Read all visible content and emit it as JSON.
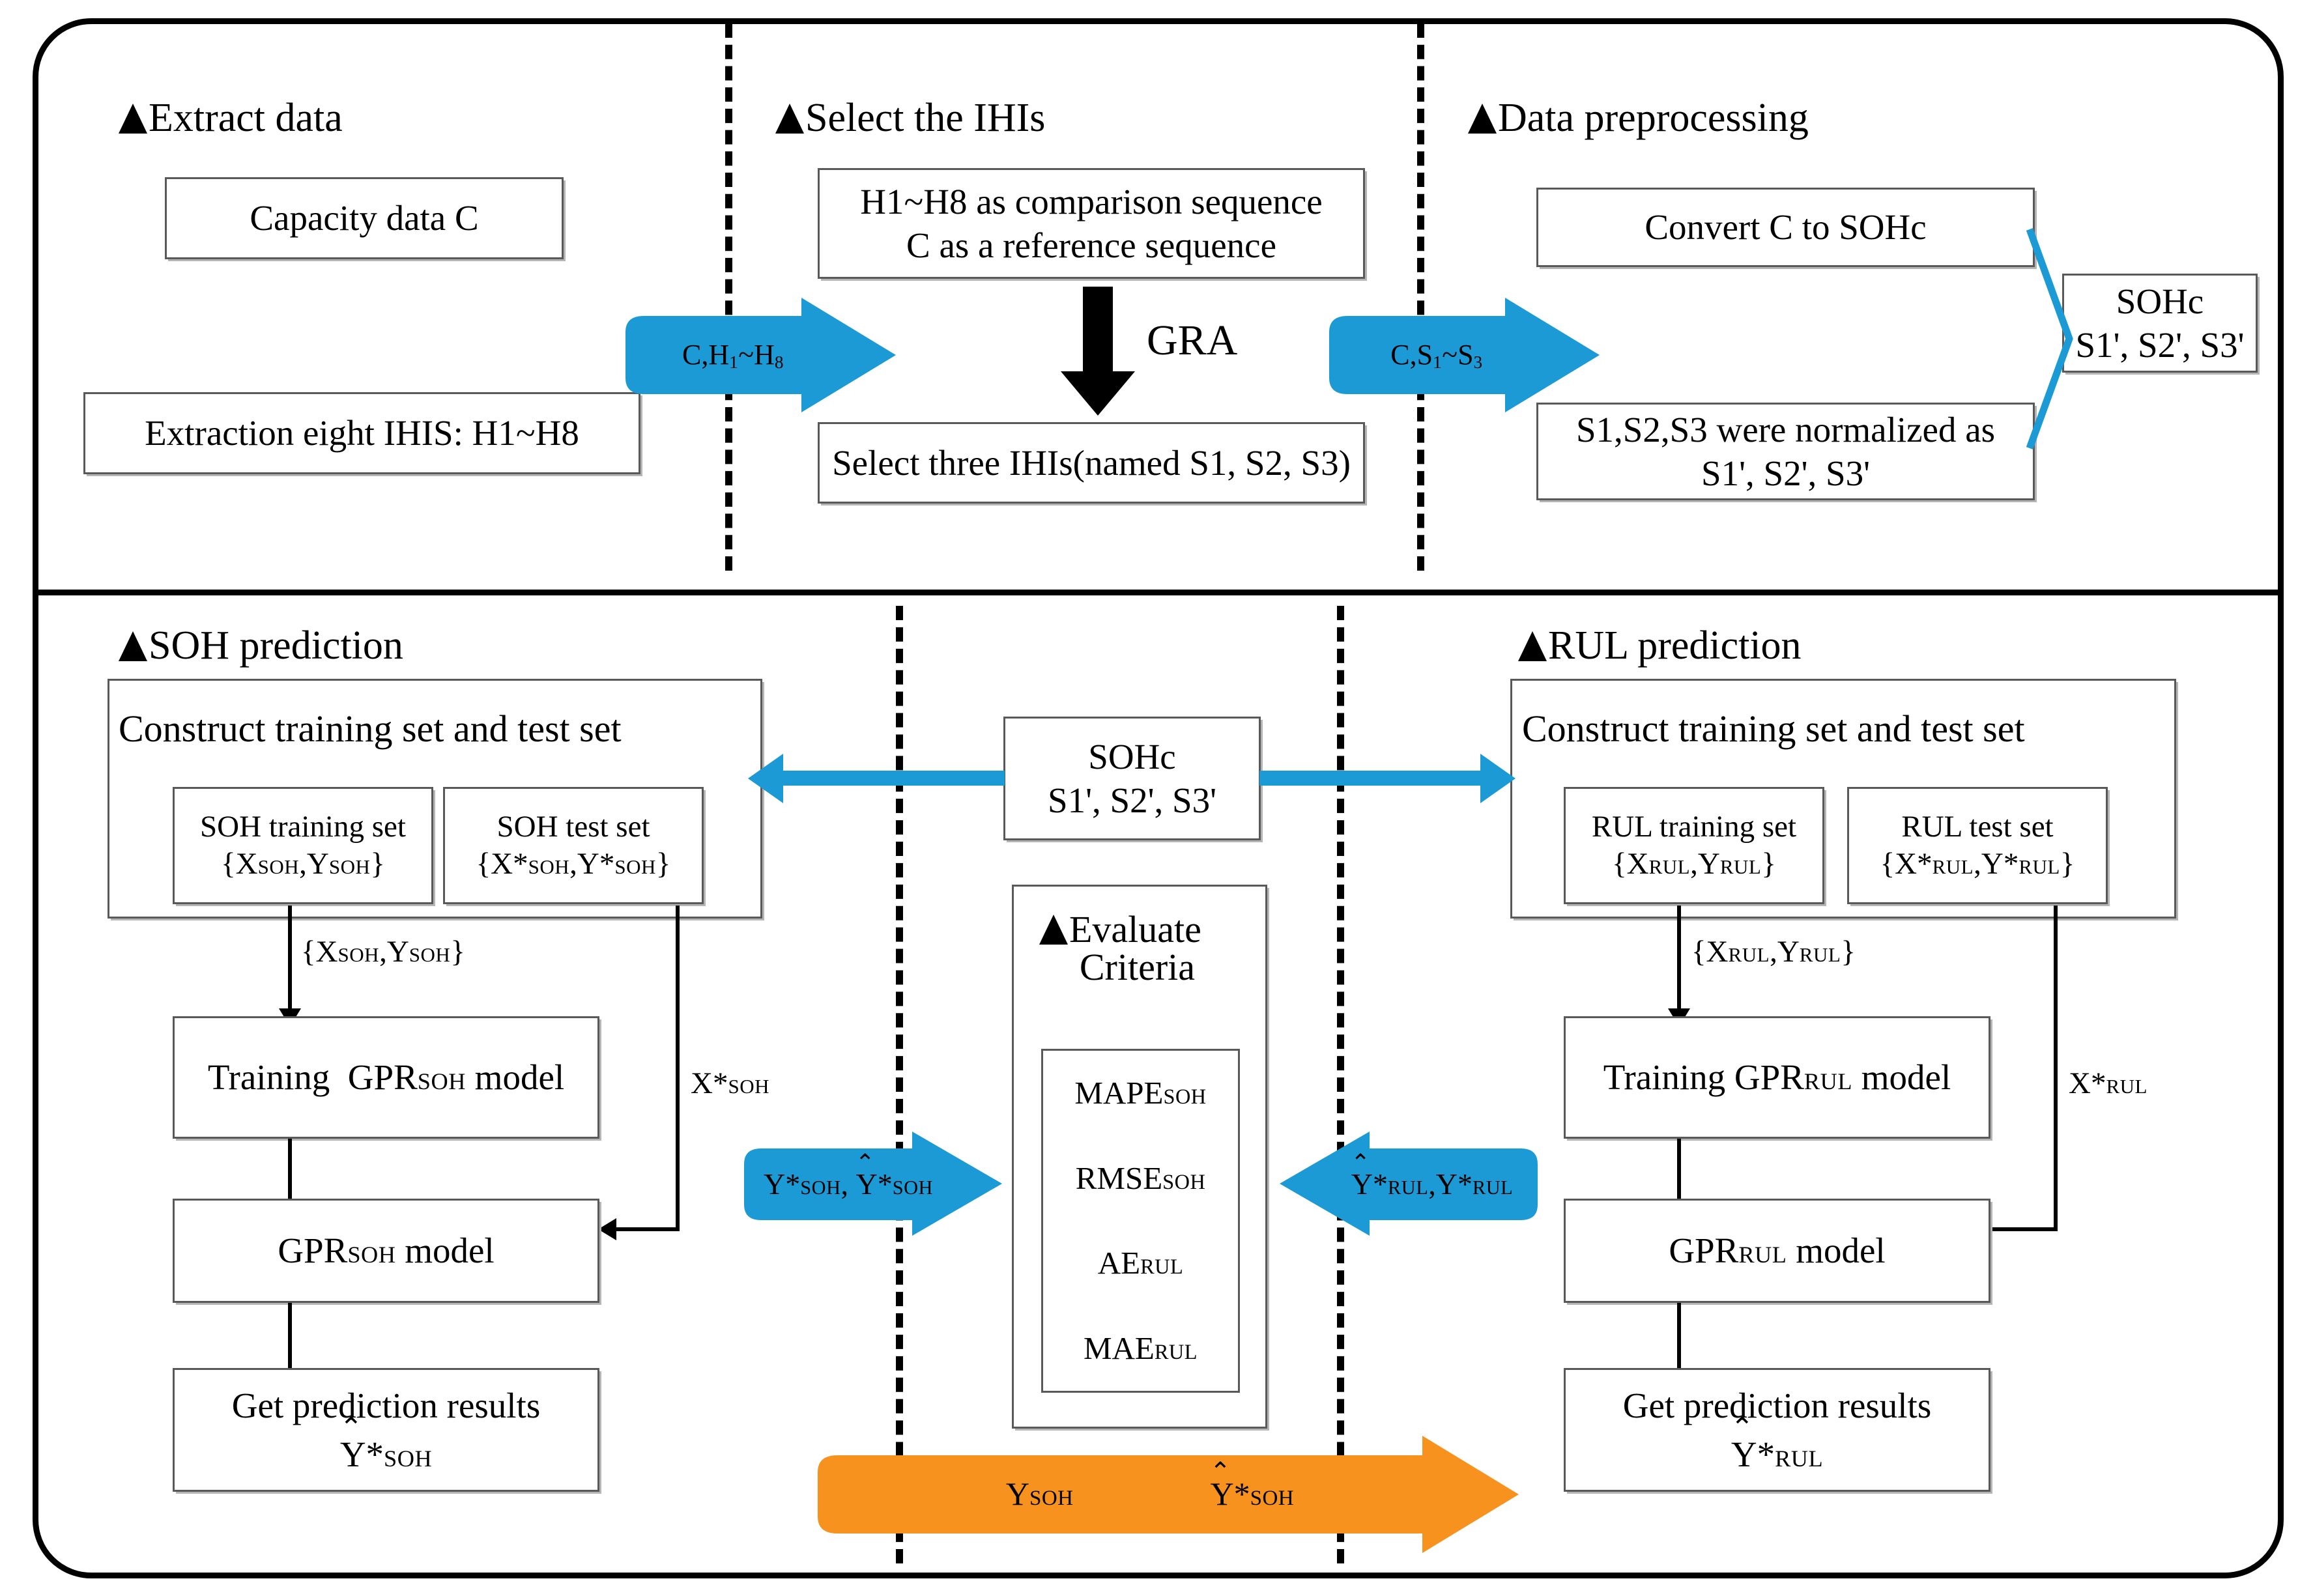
{
  "colors": {
    "blue": "#1B9AD6",
    "orange": "#F7921E",
    "box_border": "#595959",
    "frame": "#000000"
  },
  "top": {
    "sections": [
      {
        "title": "Extract data"
      },
      {
        "title": "Select the IHIs"
      },
      {
        "title": "Data preprocessing"
      }
    ],
    "boxes": {
      "capacity": "Capacity data C",
      "extraction": "Extraction  eight  IHIS: H1~H8",
      "comparison_l1": "H1~H8 as comparison sequence",
      "comparison_l2": "C as a reference sequence",
      "select_three": "Select three IHIs(named S1, S2, S3)",
      "convert": "Convert C to SOHc",
      "normalized_l1": "S1,S2,S3 were normalized as",
      "normalized_l2": "S1', S2', S3'",
      "sohc_l1": "SOHc",
      "sohc_l2": "S1', S2', S3'"
    },
    "arrows": {
      "a1": "C,H1~H8",
      "gra": "GRA",
      "a2": "C,S1~S3"
    }
  },
  "bottom": {
    "sections": [
      {
        "title": "SOH prediction"
      },
      {
        "title": "RUL prediction"
      }
    ],
    "soh": {
      "construct": "Construct training set and test set",
      "training_set_l1": "SOH training set",
      "training_set_l2": "{XSOH,YSOH}",
      "test_set_l1": "SOH test set",
      "test_set_l2": "{X*SOH,Y*SOH}",
      "edge_train": "{XSOH,YSOH}",
      "edge_test": "X*SOH",
      "training_model": "Training  GPRSOH model",
      "model": "GPRSOH model",
      "results_l1": "Get prediction results",
      "results_l2": "Y*SOH"
    },
    "rul": {
      "construct": "Construct training set and test set",
      "training_set_l1": "RUL training set",
      "training_set_l2": "{XRUL,YRUL}",
      "test_set_l1": "RUL test set",
      "test_set_l2": "{X*RUL,Y*RUL}",
      "edge_train": "{XRUL,YRUL}",
      "edge_test": "X*RUL",
      "training_model": "Training GPRRUL model",
      "model": "GPRRUL model",
      "results_l1": "Get prediction results",
      "results_l2": "Y*RUL"
    },
    "center": {
      "sohc_l1": "SOHc",
      "sohc_l2": "S1', S2', S3'",
      "evaluate_l1": "Evaluate",
      "evaluate_l2": "Criteria",
      "criteria": [
        "MAPESOH",
        "RMSESOH",
        "AERUL",
        "MAERUL"
      ]
    },
    "arrows": {
      "to_eval_left": "Y*SOH, Y*SOH",
      "to_eval_right": "Y*RUL,Y*RUL",
      "orange_a": "YSOH",
      "orange_b": "Y*SOH"
    }
  }
}
